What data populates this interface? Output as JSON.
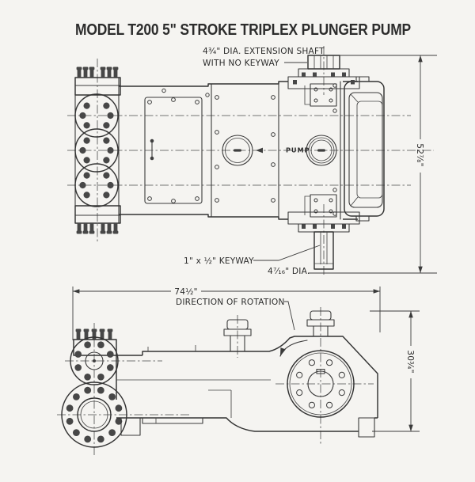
{
  "title": "MODEL T200  5\" STROKE TRIPLEX PLUNGER PUMP",
  "top_view": {
    "annotations": {
      "extension_shaft_line1": "4¾\" DIA. EXTENSION SHAFT",
      "extension_shaft_line2": "WITH NO KEYWAY",
      "pump_label": "PUMP",
      "keyway_label": "1\" x ½\" KEYWAY",
      "shaft_diameter_label": "4⁷⁄₁₆\" DIA.",
      "overall_length_dimension": "52⅞\""
    }
  },
  "side_view": {
    "annotations": {
      "overall_width_dimension": "74½\"",
      "direction_of_rotation_label": "DIRECTION OF ROTATION",
      "overall_height_dimension": "30¾\""
    }
  },
  "colors": {
    "ink": "#3a3a3a",
    "paper": "#f5f4f1"
  }
}
